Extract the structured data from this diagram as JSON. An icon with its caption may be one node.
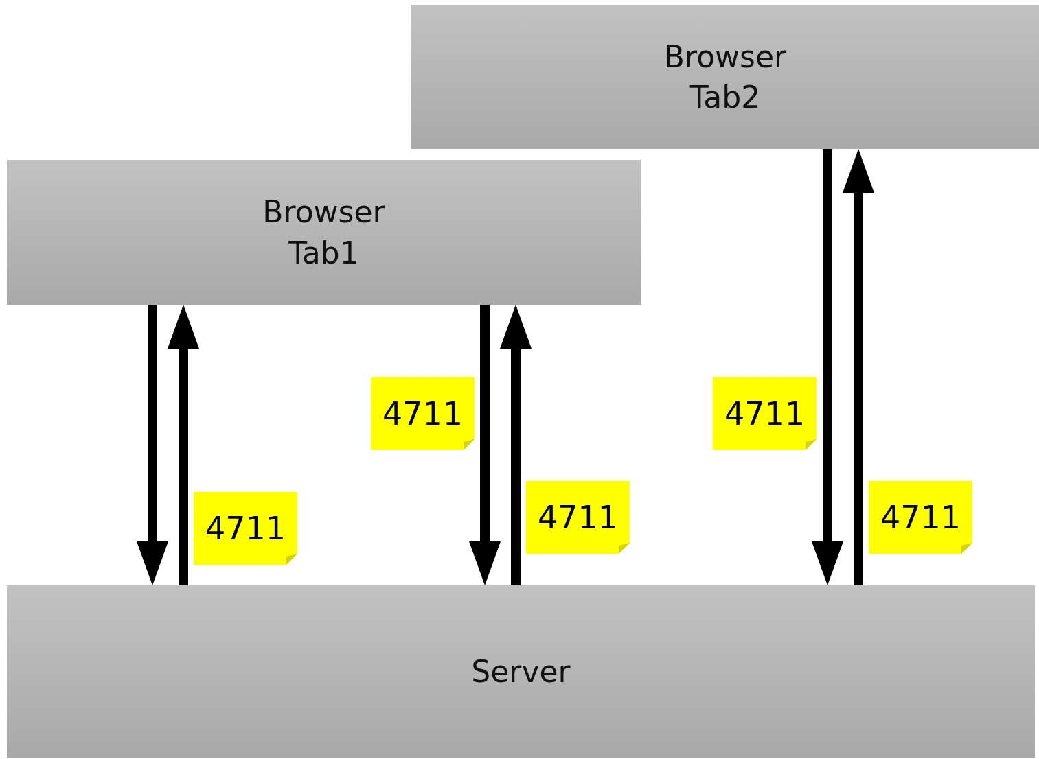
{
  "diagram": {
    "nodes": [
      {
        "text": [
          "Browser Tab2"
        ]
      },
      {
        "text": [
          "Browser Tab1"
        ]
      },
      {
        "text": [
          "4711"
        ]
      },
      {
        "text": [
          "4711"
        ]
      },
      {
        "text": [
          "4711"
        ]
      },
      {
        "text": [
          "4711"
        ]
      },
      {
        "text": [
          "4711"
        ]
      },
      {
        "text": [
          "Server"
        ]
      }
    ],
    "edges": [
      {
        "from": 1,
        "to": 7,
        "arrow": "to"
      },
      {
        "from": 7,
        "to": 1,
        "arrow": "to"
      },
      {
        "from": 1,
        "to": 7,
        "arrow": "to"
      },
      {
        "from": 7,
        "to": 1,
        "arrow": "to"
      },
      {
        "from": 0,
        "to": 7,
        "arrow": "to"
      },
      {
        "from": 7,
        "to": 0,
        "arrow": "to"
      }
    ]
  }
}
